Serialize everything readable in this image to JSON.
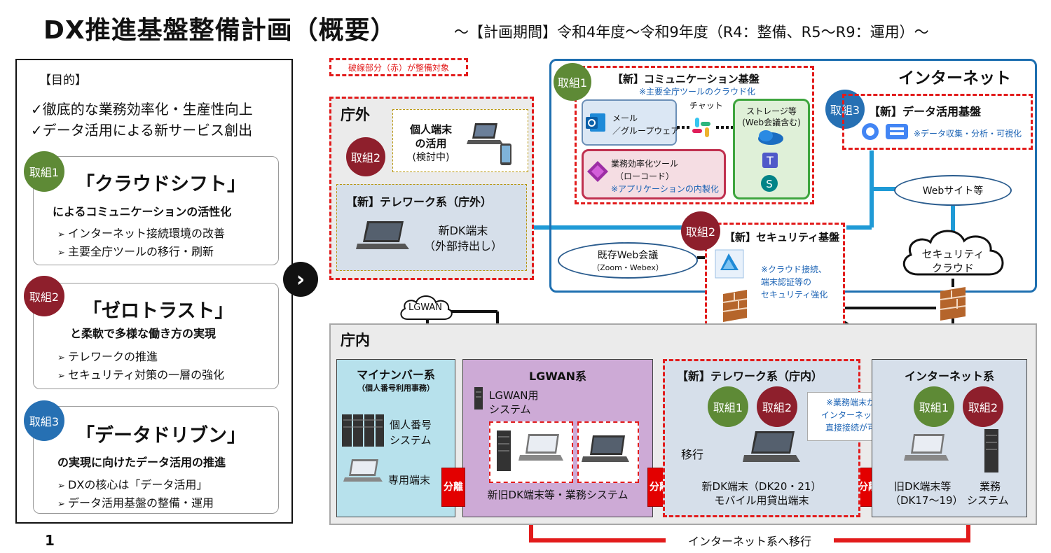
{
  "header": {
    "title": "DX推進基盤整備計画（概要）",
    "subtitle": "～【計画期間】令和4年度～令和9年度（R4：整備、R5～R9：運用）～",
    "page_number": "1"
  },
  "purpose": {
    "heading": "【目的】",
    "items": [
      "✓徹底的な業務効率化・生産性向上",
      "✓データ活用による新サービス創出"
    ]
  },
  "initiatives": [
    {
      "badge": "取組1",
      "title": "「クラウドシフト」",
      "subtitle": "によるコミュニケーションの活性化",
      "bullets": [
        "インターネット接続環境の改善",
        "主要全庁ツールの移行・刷新"
      ],
      "color": "#5e8a36"
    },
    {
      "badge": "取組2",
      "title": "「ゼロトラスト」",
      "subtitle": "と柔軟で多様な働き方の実現",
      "bullets": [
        "テレワークの推進",
        "セキュリティ対策の一層の強化"
      ],
      "color": "#8e1f2c"
    },
    {
      "badge": "取組3",
      "title": "「データドリブン」",
      "subtitle": "の実現に向けたデータ活用の推進",
      "bullets": [
        "DXの核心は「データ活用」",
        "データ活用基盤の整備・運用"
      ],
      "color": "#2670b3"
    }
  ],
  "arrow_icon": "chevron-right-icon",
  "diagram": {
    "legend_note": "破線部分（赤）が整備対象",
    "internet_label": "インターネット",
    "chogai_label": "庁外",
    "choin_label": "庁内",
    "personal_device": {
      "line1": "個人端末",
      "line2": "の活用",
      "line3": "(検討中)",
      "badge": "取組2"
    },
    "telework_outside": {
      "title": "【新】テレワーク系（庁外）",
      "line1": "新DK端末",
      "line2": "（外部持出し）"
    },
    "communication": {
      "badge": "取組1",
      "title": "【新】コミュニケーション基盤",
      "note": "※主要全庁ツールのクラウド化",
      "mail_line1": "メール",
      "mail_line2": "／グループウェア",
      "chat": "チャット",
      "storage_line1": "ストレージ等",
      "storage_line2": "(Web会議含む)",
      "efficiency_line1": "業務効率化ツール",
      "efficiency_line2": "（ローコード）",
      "efficiency_note": "※アプリケーションの内製化"
    },
    "data_platform": {
      "badge": "取組3",
      "title": "【新】データ活用基盤",
      "note": "※データ収集・分析・可視化"
    },
    "website": "Webサイト等",
    "security_cloud_line1": "セキュリティ",
    "security_cloud_line2": "クラウド",
    "security": {
      "badge": "取組2",
      "title": "【新】セキュリティ基盤",
      "note_line1": "※クラウド接続、",
      "note_line2": "端末認証等の",
      "note_line3": "セキュリティ強化"
    },
    "existing_web": {
      "line1": "既存Web会議",
      "line2": "（Zoom・Webex）"
    },
    "lgwan_cloud": "LGWAN",
    "mynumber": {
      "title": "マイナンバー系",
      "sub": "（個人番号利用事務）",
      "sys_line1": "個人番号",
      "sys_line2": "システム",
      "terminal": "専用端末"
    },
    "lgwan": {
      "title": "LGWAN系",
      "sys_line1": "LGWAN用",
      "sys_line2": "システム",
      "caption": "新旧DK端末等・業務システム"
    },
    "telework_inside": {
      "title": "【新】テレワーク系（庁内）",
      "badge1": "取組1",
      "badge2": "取組2",
      "migrate": "移行",
      "line1": "新DK端末（DK20・21）",
      "line2": "モバイル用貸出端末"
    },
    "internet_sys": {
      "title": "インターネット系",
      "badge1": "取組1",
      "badge2": "取組2",
      "old_line1": "旧DK端末等",
      "old_line2": "（DK17～19）",
      "biz_line1": "業務",
      "biz_line2": "システム"
    },
    "callout": {
      "line1": "※業務端末からの",
      "line2": "インターネットへの",
      "line3": "直接接続が可能に"
    },
    "bunri": {
      "line1": "分",
      "line2": "離"
    },
    "bottom_migration": "インターネット系へ移行"
  }
}
